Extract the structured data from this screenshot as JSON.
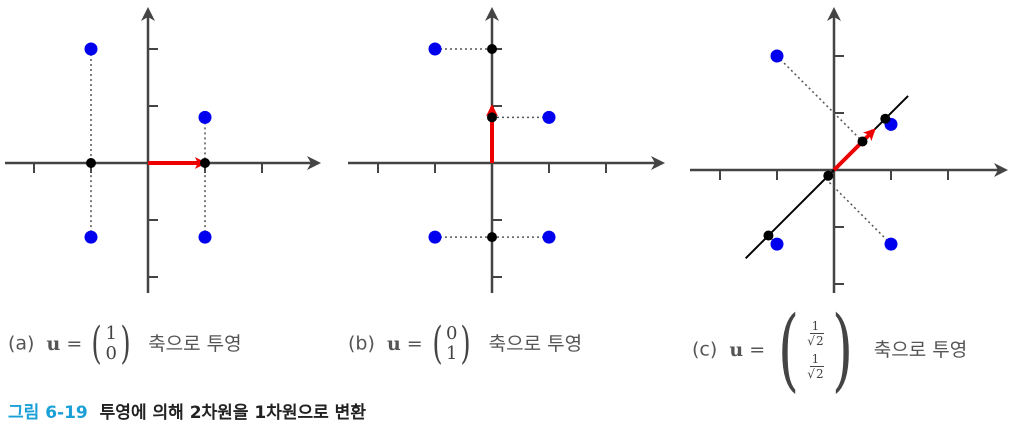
{
  "figure": {
    "number_label": "그림 6-19",
    "title": "투영에 의해 2차원을 1차원으로 변환"
  },
  "panels": [
    {
      "caption_label": "(a)",
      "caption_var": "u",
      "caption_vector": [
        "1",
        "0"
      ],
      "caption_text": "축으로 투영"
    },
    {
      "caption_label": "(b)",
      "caption_var": "u",
      "caption_vector": [
        "0",
        "1"
      ],
      "caption_text": "축으로 투영"
    },
    {
      "caption_label": "(c)",
      "caption_var": "u",
      "caption_vector_num": [
        "1",
        "1"
      ],
      "caption_vector_den": [
        "2",
        "2"
      ],
      "caption_text": "축으로 투영"
    }
  ],
  "chart_data": [
    {
      "type": "scatter",
      "points": [
        [
          -1,
          2
        ],
        [
          -1,
          -1.3
        ],
        [
          1,
          0.8
        ],
        [
          1,
          -1.3
        ]
      ],
      "projections": [
        [
          -1,
          0
        ],
        [
          1,
          0
        ]
      ],
      "axis_vector": [
        1,
        0
      ]
    },
    {
      "type": "scatter",
      "points": [
        [
          -1,
          2
        ],
        [
          -1,
          -1.3
        ],
        [
          1,
          0.8
        ],
        [
          1,
          -1.3
        ]
      ],
      "projections": [
        [
          0,
          2
        ],
        [
          0,
          0.8
        ],
        [
          0,
          -1.3
        ]
      ],
      "axis_vector": [
        0,
        1
      ]
    },
    {
      "type": "scatter",
      "points": [
        [
          -1,
          2
        ],
        [
          -1,
          -1.3
        ],
        [
          1,
          0.8
        ],
        [
          1,
          -1.3
        ]
      ],
      "projections": [
        [
          0.9,
          0.9
        ],
        [
          -1.15,
          -1.15
        ],
        [
          0.5,
          0.5
        ],
        [
          -0.1,
          -0.1
        ]
      ],
      "axis_vector": [
        0.7071,
        0.7071
      ]
    }
  ],
  "colors": {
    "point": "#0000ee",
    "projection": "#000000",
    "vector": "#ee0000",
    "axis": "#444444",
    "caption": "#555555",
    "figure_number": "#1aa0d8"
  }
}
